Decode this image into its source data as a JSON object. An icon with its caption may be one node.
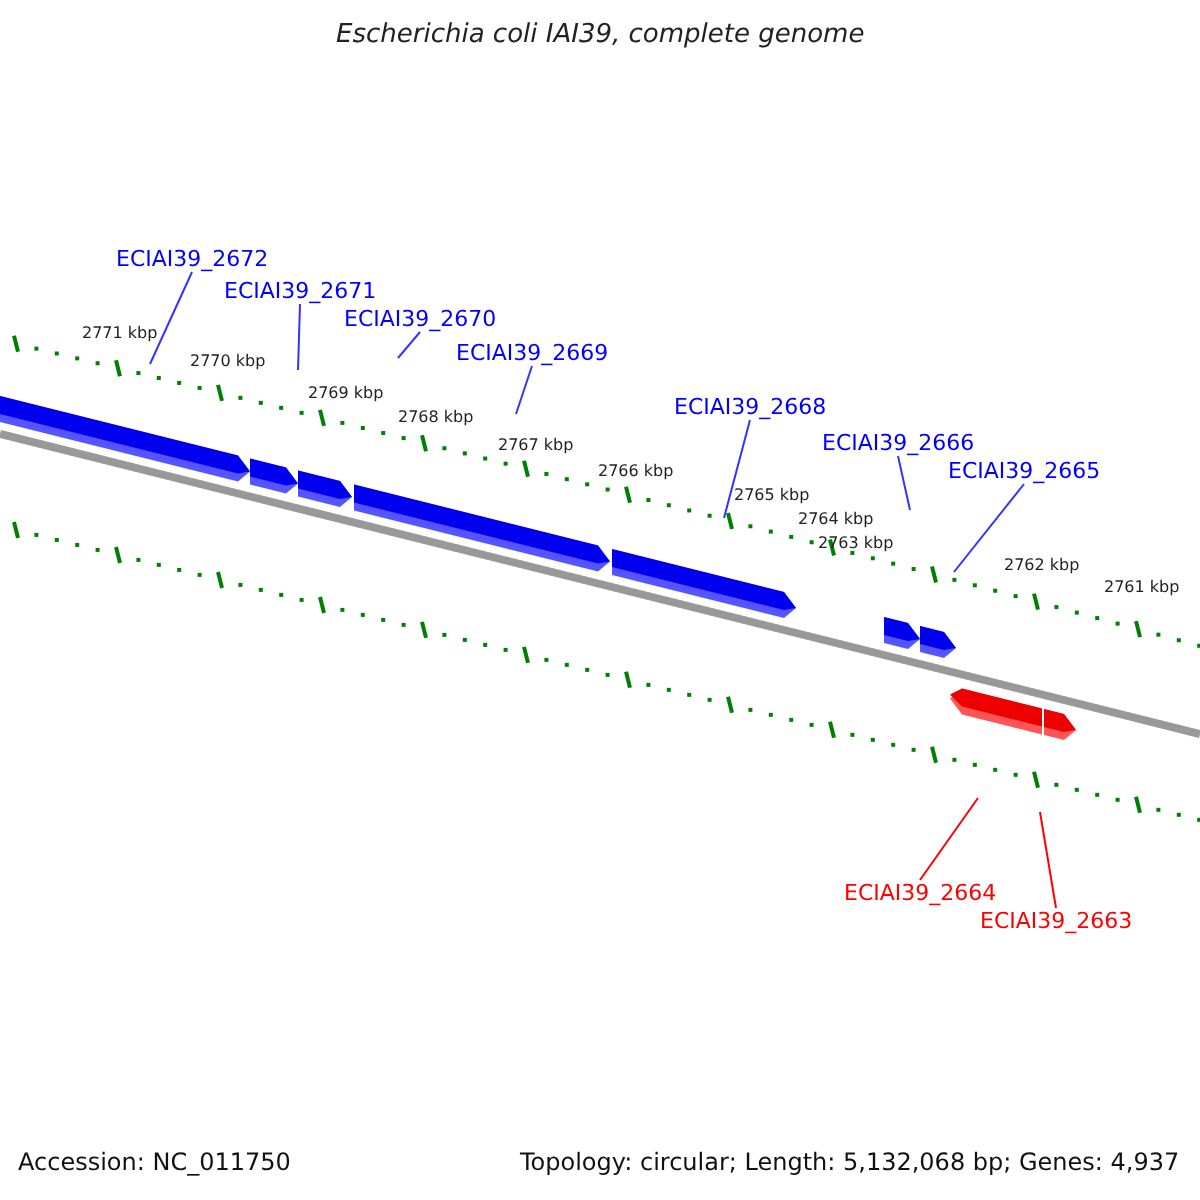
{
  "diagram": {
    "title": "Escherichia coli IAI39, complete genome",
    "nodes": [
      {
        "text": [
          "ECIAI39_2672"
        ]
      },
      {
        "text": [
          "ECIAI39_2671"
        ]
      },
      {
        "text": [
          "ECIAI39_2670"
        ]
      },
      {
        "text": [
          "ECIAI39_2669"
        ]
      },
      {
        "text": [
          "ECIAI39_2668"
        ]
      },
      {
        "text": [
          "ECIAI39_2666"
        ]
      },
      {
        "text": [
          "ECIAI39_2665"
        ]
      },
      {
        "text": [
          "ECIAI39_2664"
        ]
      },
      {
        "text": [
          "ECIAI39_2663"
        ]
      }
    ],
    "edges": [
      {
        "from": 0,
        "to": null,
        "arrow": "none"
      },
      {
        "from": 1,
        "to": null,
        "arrow": "none"
      },
      {
        "from": 2,
        "to": null,
        "arrow": "none"
      },
      {
        "from": 3,
        "to": null,
        "arrow": "none"
      },
      {
        "from": 4,
        "to": null,
        "arrow": "none"
      },
      {
        "from": 5,
        "to": null,
        "arrow": "none"
      },
      {
        "from": 6,
        "to": null,
        "arrow": "none"
      },
      {
        "from": 7,
        "to": null,
        "arrow": "none",
        "color": "#ff0000"
      },
      {
        "from": 8,
        "to": null,
        "arrow": "none",
        "color": "#ff0000"
      }
    ],
    "labels": [
      "2771 kbp",
      "2770 kbp",
      "2769 kbp",
      "2768 kbp",
      "2767 kbp",
      "2766 kbp",
      "2765 kbp",
      "2764 kbp",
      "2763 kbp",
      "2762 kbp",
      "2761 kbp",
      "Accession: NC_011750",
      "Topology: circular; Length: 5,132,068 bp; Genes: 4,937"
    ]
  }
}
